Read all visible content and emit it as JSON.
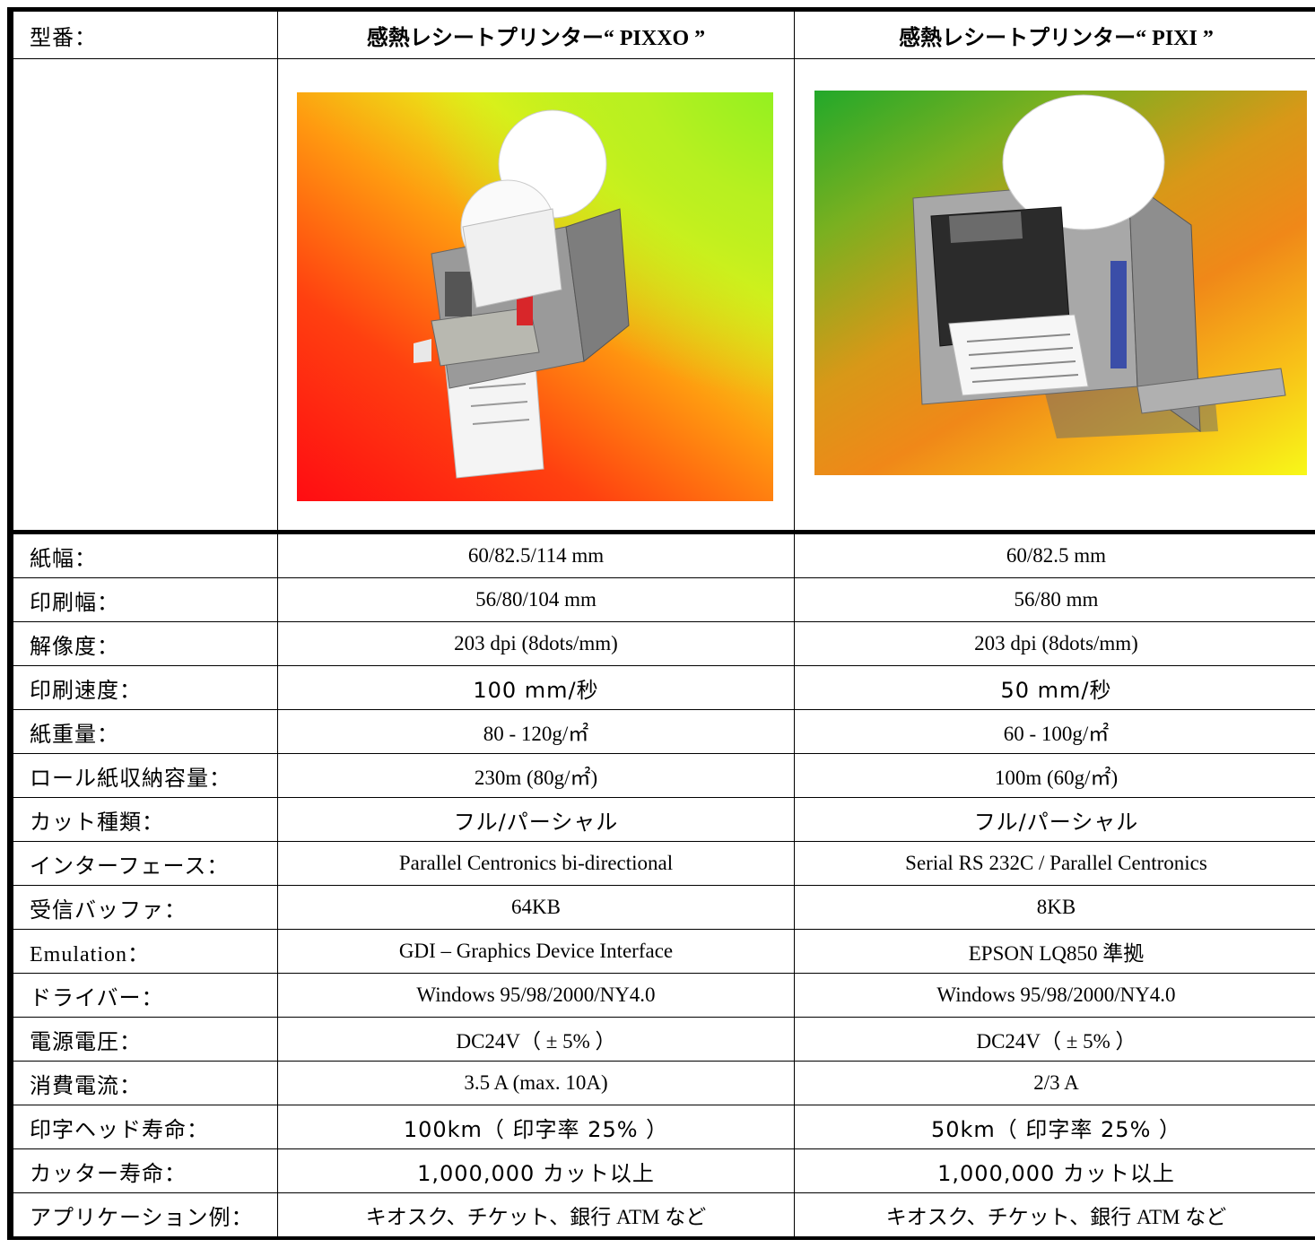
{
  "header": {
    "label": "型番：",
    "product_prefix": "感熱レシートプリンター",
    "pixxo_model": "“ PIXXO ”",
    "pixi_model": "“ PIXI ”"
  },
  "rows": [
    {
      "label": "紙幅：",
      "pixxo": "60/82.5/114 mm",
      "pixi": "60/82.5 mm"
    },
    {
      "label": "印刷幅：",
      "pixxo": "56/80/104 mm",
      "pixi": "56/80 mm"
    },
    {
      "label": "解像度：",
      "pixxo": "203 dpi (8dots/mm)",
      "pixi": "203 dpi (8dots/mm)"
    },
    {
      "label": "印刷速度：",
      "pixxo": "100 mm/秒",
      "pixi": "50 mm/秒"
    },
    {
      "label": "紙重量：",
      "pixxo": "80 - 120g/㎡",
      "pixi": "60 - 100g/㎡"
    },
    {
      "label": "ロール紙収納容量：",
      "pixxo": "230m (80g/㎡)",
      "pixi": "100m (60g/㎡)"
    },
    {
      "label": "カット種類：",
      "pixxo": "フル/パーシャル",
      "pixi": "フル/パーシャル"
    },
    {
      "label": "インターフェース：",
      "pixxo": "Parallel Centronics bi-directional",
      "pixi": "Serial RS 232C / Parallel Centronics"
    },
    {
      "label": "受信バッファ：",
      "pixxo": "64KB",
      "pixi": "8KB"
    },
    {
      "label": "Emulation：",
      "pixxo": "GDI – Graphics Device Interface",
      "pixi": "EPSON LQ850 準拠"
    },
    {
      "label": "ドライバー：",
      "pixxo": "Windows 95/98/2000/NY4.0",
      "pixi": "Windows 95/98/2000/NY4.0"
    },
    {
      "label": "電源電圧：",
      "pixxo": "DC24V（ ± 5% ）",
      "pixi": "DC24V（ ± 5% ）"
    },
    {
      "label": "消費電流：",
      "pixxo": "3.5 A (max. 10A)",
      "pixi": "2/3 A"
    },
    {
      "label": "印字ヘッド寿命：",
      "pixxo": "100km（ 印字率 25% ）",
      "pixi": "50km（ 印字率 25% ）"
    },
    {
      "label": "カッター寿命：",
      "pixxo": "1,000,000 カット以上",
      "pixi": "1,000,000 カット以上"
    },
    {
      "label": "アプリケーション例：",
      "pixxo": "キオスク、チケット、銀行 ATM など",
      "pixi": "キオスク、チケット、銀行 ATM など"
    }
  ]
}
